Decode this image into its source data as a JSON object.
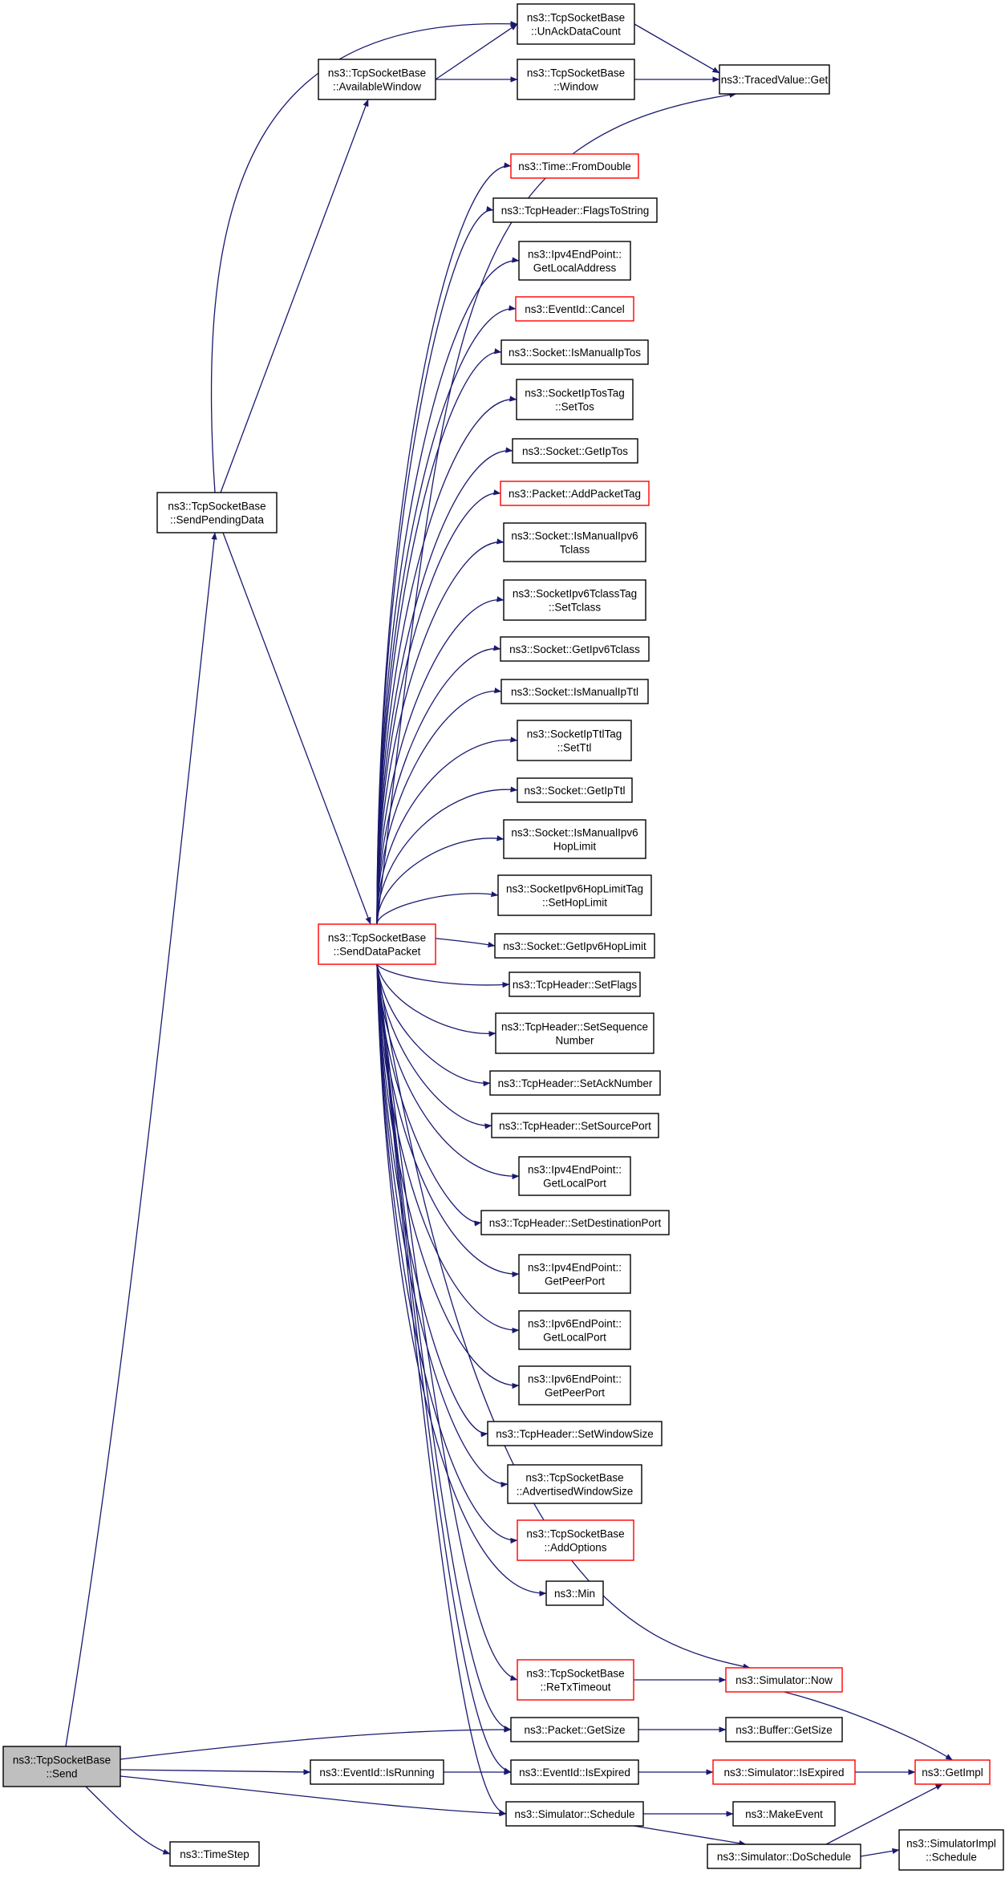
{
  "colors": {
    "edge": "#191970",
    "border_default": "#000000",
    "border_truncated": "#ff0000",
    "fill_default": "#ffffff",
    "fill_root": "#bfbfbf"
  },
  "nodes": [
    {
      "id": "send",
      "lines": [
        "ns3::TcpSocketBase",
        "::Send"
      ],
      "style": "root"
    },
    {
      "id": "sendpending",
      "lines": [
        "ns3::TcpSocketBase",
        "::SendPendingData"
      ],
      "style": "normal"
    },
    {
      "id": "availwin",
      "lines": [
        "ns3::TcpSocketBase",
        "::AvailableWindow"
      ],
      "style": "normal"
    },
    {
      "id": "unack",
      "lines": [
        "ns3::TcpSocketBase",
        "::UnAckDataCount"
      ],
      "style": "normal"
    },
    {
      "id": "window",
      "lines": [
        "ns3::TcpSocketBase",
        "::Window"
      ],
      "style": "normal"
    },
    {
      "id": "tracedget",
      "lines": [
        "ns3::TracedValue::Get"
      ],
      "style": "normal"
    },
    {
      "id": "fromdouble",
      "lines": [
        "ns3::Time::FromDouble"
      ],
      "style": "truncated"
    },
    {
      "id": "flagstostring",
      "lines": [
        "ns3::TcpHeader::FlagsToString"
      ],
      "style": "normal"
    },
    {
      "id": "ipv4getlocaladdr",
      "lines": [
        "ns3::Ipv4EndPoint::",
        "GetLocalAddress"
      ],
      "style": "normal"
    },
    {
      "id": "cancel",
      "lines": [
        "ns3::EventId::Cancel"
      ],
      "style": "truncated"
    },
    {
      "id": "ismanualiptos",
      "lines": [
        "ns3::Socket::IsManualIpTos"
      ],
      "style": "normal"
    },
    {
      "id": "settos",
      "lines": [
        "ns3::SocketIpTosTag",
        "::SetTos"
      ],
      "style": "normal"
    },
    {
      "id": "getiptos",
      "lines": [
        "ns3::Socket::GetIpTos"
      ],
      "style": "normal"
    },
    {
      "id": "addpackettag",
      "lines": [
        "ns3::Packet::AddPacketTag"
      ],
      "style": "truncated"
    },
    {
      "id": "ismanualipv6tclass",
      "lines": [
        "ns3::Socket::IsManualIpv6",
        "Tclass"
      ],
      "style": "normal"
    },
    {
      "id": "settclass",
      "lines": [
        "ns3::SocketIpv6TclassTag",
        "::SetTclass"
      ],
      "style": "normal"
    },
    {
      "id": "getipv6tclass",
      "lines": [
        "ns3::Socket::GetIpv6Tclass"
      ],
      "style": "normal"
    },
    {
      "id": "ismanualipttl",
      "lines": [
        "ns3::Socket::IsManualIpTtl"
      ],
      "style": "normal"
    },
    {
      "id": "setttl",
      "lines": [
        "ns3::SocketIpTtlTag",
        "::SetTtl"
      ],
      "style": "normal"
    },
    {
      "id": "getipttl",
      "lines": [
        "ns3::Socket::GetIpTtl"
      ],
      "style": "normal"
    },
    {
      "id": "ismanualipv6hop",
      "lines": [
        "ns3::Socket::IsManualIpv6",
        "HopLimit"
      ],
      "style": "normal"
    },
    {
      "id": "sethoplimit",
      "lines": [
        "ns3::SocketIpv6HopLimitTag",
        "::SetHopLimit"
      ],
      "style": "normal"
    },
    {
      "id": "senddatapacket",
      "lines": [
        "ns3::TcpSocketBase",
        "::SendDataPacket"
      ],
      "style": "truncated"
    },
    {
      "id": "getipv6hop",
      "lines": [
        "ns3::Socket::GetIpv6HopLimit"
      ],
      "style": "normal"
    },
    {
      "id": "setflags",
      "lines": [
        "ns3::TcpHeader::SetFlags"
      ],
      "style": "normal"
    },
    {
      "id": "setseq",
      "lines": [
        "ns3::TcpHeader::SetSequence",
        "Number"
      ],
      "style": "normal"
    },
    {
      "id": "setack",
      "lines": [
        "ns3::TcpHeader::SetAckNumber"
      ],
      "style": "normal"
    },
    {
      "id": "setsrcport",
      "lines": [
        "ns3::TcpHeader::SetSourcePort"
      ],
      "style": "normal"
    },
    {
      "id": "ipv4getlocalport",
      "lines": [
        "ns3::Ipv4EndPoint::",
        "GetLocalPort"
      ],
      "style": "normal"
    },
    {
      "id": "setdstport",
      "lines": [
        "ns3::TcpHeader::SetDestinationPort"
      ],
      "style": "normal"
    },
    {
      "id": "ipv4getpeerport",
      "lines": [
        "ns3::Ipv4EndPoint::",
        "GetPeerPort"
      ],
      "style": "normal"
    },
    {
      "id": "ipv6getlocalport",
      "lines": [
        "ns3::Ipv6EndPoint::",
        "GetLocalPort"
      ],
      "style": "normal"
    },
    {
      "id": "ipv6getpeerport",
      "lines": [
        "ns3::Ipv6EndPoint::",
        "GetPeerPort"
      ],
      "style": "normal"
    },
    {
      "id": "setwindowsize",
      "lines": [
        "ns3::TcpHeader::SetWindowSize"
      ],
      "style": "normal"
    },
    {
      "id": "advwinsize",
      "lines": [
        "ns3::TcpSocketBase",
        "::AdvertisedWindowSize"
      ],
      "style": "normal"
    },
    {
      "id": "addoptions",
      "lines": [
        "ns3::TcpSocketBase",
        "::AddOptions"
      ],
      "style": "truncated"
    },
    {
      "id": "min",
      "lines": [
        "ns3::Min"
      ],
      "style": "normal"
    },
    {
      "id": "retxtimeout",
      "lines": [
        "ns3::TcpSocketBase",
        "::ReTxTimeout"
      ],
      "style": "truncated"
    },
    {
      "id": "simnow",
      "lines": [
        "ns3::Simulator::Now"
      ],
      "style": "truncated"
    },
    {
      "id": "packetgetsize",
      "lines": [
        "ns3::Packet::GetSize"
      ],
      "style": "normal"
    },
    {
      "id": "buffergetsize",
      "lines": [
        "ns3::Buffer::GetSize"
      ],
      "style": "normal"
    },
    {
      "id": "isrunning",
      "lines": [
        "ns3::EventId::IsRunning"
      ],
      "style": "normal"
    },
    {
      "id": "eventisexpired",
      "lines": [
        "ns3::EventId::IsExpired"
      ],
      "style": "normal"
    },
    {
      "id": "simisexpired",
      "lines": [
        "ns3::Simulator::IsExpired"
      ],
      "style": "truncated"
    },
    {
      "id": "getimpl",
      "lines": [
        "ns3::GetImpl"
      ],
      "style": "truncated"
    },
    {
      "id": "simschedule",
      "lines": [
        "ns3::Simulator::Schedule"
      ],
      "style": "normal"
    },
    {
      "id": "makeevent",
      "lines": [
        "ns3::MakeEvent"
      ],
      "style": "normal"
    },
    {
      "id": "timestep",
      "lines": [
        "ns3::TimeStep"
      ],
      "style": "normal"
    },
    {
      "id": "doschedule",
      "lines": [
        "ns3::Simulator::DoSchedule"
      ],
      "style": "normal"
    },
    {
      "id": "implschedule",
      "lines": [
        "ns3::SimulatorImpl",
        "::Schedule"
      ],
      "style": "normal"
    }
  ],
  "edges": [
    [
      "send",
      "sendpending"
    ],
    [
      "send",
      "packetgetsize"
    ],
    [
      "send",
      "isrunning"
    ],
    [
      "send",
      "simschedule"
    ],
    [
      "send",
      "timestep"
    ],
    [
      "sendpending",
      "availwin"
    ],
    [
      "sendpending",
      "unack"
    ],
    [
      "sendpending",
      "senddatapacket"
    ],
    [
      "availwin",
      "unack"
    ],
    [
      "availwin",
      "window"
    ],
    [
      "unack",
      "tracedget"
    ],
    [
      "window",
      "tracedget"
    ],
    [
      "senddatapacket",
      "tracedget"
    ],
    [
      "senddatapacket",
      "fromdouble"
    ],
    [
      "senddatapacket",
      "flagstostring"
    ],
    [
      "senddatapacket",
      "ipv4getlocaladdr"
    ],
    [
      "senddatapacket",
      "cancel"
    ],
    [
      "senddatapacket",
      "ismanualiptos"
    ],
    [
      "senddatapacket",
      "settos"
    ],
    [
      "senddatapacket",
      "getiptos"
    ],
    [
      "senddatapacket",
      "addpackettag"
    ],
    [
      "senddatapacket",
      "ismanualipv6tclass"
    ],
    [
      "senddatapacket",
      "settclass"
    ],
    [
      "senddatapacket",
      "getipv6tclass"
    ],
    [
      "senddatapacket",
      "ismanualipttl"
    ],
    [
      "senddatapacket",
      "setttl"
    ],
    [
      "senddatapacket",
      "getipttl"
    ],
    [
      "senddatapacket",
      "ismanualipv6hop"
    ],
    [
      "senddatapacket",
      "sethoplimit"
    ],
    [
      "senddatapacket",
      "getipv6hop"
    ],
    [
      "senddatapacket",
      "setflags"
    ],
    [
      "senddatapacket",
      "setseq"
    ],
    [
      "senddatapacket",
      "setack"
    ],
    [
      "senddatapacket",
      "setsrcport"
    ],
    [
      "senddatapacket",
      "ipv4getlocalport"
    ],
    [
      "senddatapacket",
      "setdstport"
    ],
    [
      "senddatapacket",
      "ipv4getpeerport"
    ],
    [
      "senddatapacket",
      "ipv6getlocalport"
    ],
    [
      "senddatapacket",
      "ipv6getpeerport"
    ],
    [
      "senddatapacket",
      "setwindowsize"
    ],
    [
      "senddatapacket",
      "advwinsize"
    ],
    [
      "senddatapacket",
      "addoptions"
    ],
    [
      "senddatapacket",
      "min"
    ],
    [
      "senddatapacket",
      "simnow"
    ],
    [
      "senddatapacket",
      "retxtimeout"
    ],
    [
      "senddatapacket",
      "packetgetsize"
    ],
    [
      "senddatapacket",
      "eventisexpired"
    ],
    [
      "senddatapacket",
      "simschedule"
    ],
    [
      "retxtimeout",
      "simnow"
    ],
    [
      "simnow",
      "getimpl"
    ],
    [
      "packetgetsize",
      "buffergetsize"
    ],
    [
      "isrunning",
      "eventisexpired"
    ],
    [
      "eventisexpired",
      "simisexpired"
    ],
    [
      "simisexpired",
      "getimpl"
    ],
    [
      "simschedule",
      "makeevent"
    ],
    [
      "simschedule",
      "doschedule"
    ],
    [
      "doschedule",
      "getimpl"
    ],
    [
      "doschedule",
      "implschedule"
    ]
  ]
}
